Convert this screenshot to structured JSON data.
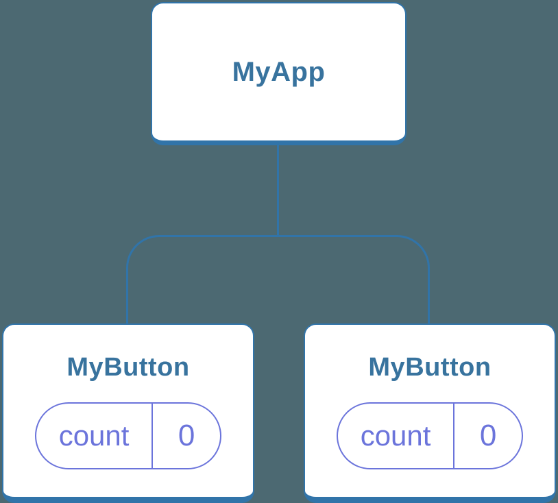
{
  "diagram": {
    "type": "component-tree",
    "colors": {
      "bg": "#4C6972",
      "line": "#3174A9",
      "title": "#38739E",
      "state": "#6B74DB",
      "card": "#FFFFFF"
    },
    "root": {
      "label": "MyApp"
    },
    "children": [
      {
        "label": "MyButton",
        "state": {
          "key": "count",
          "value": "0"
        }
      },
      {
        "label": "MyButton",
        "state": {
          "key": "count",
          "value": "0"
        }
      }
    ]
  }
}
